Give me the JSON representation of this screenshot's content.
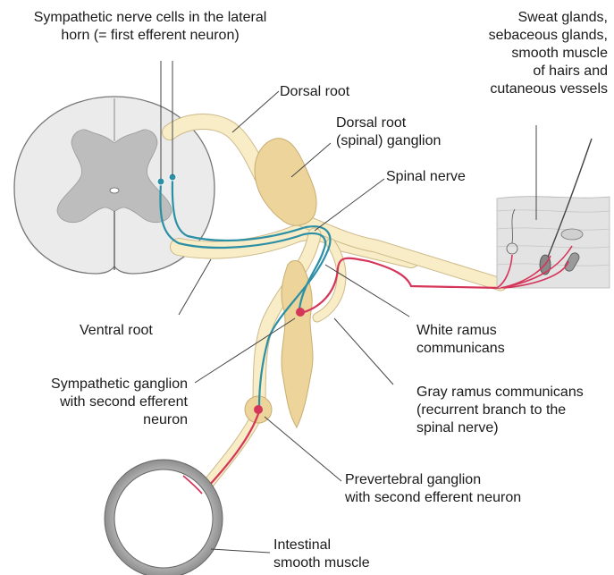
{
  "labels": {
    "sympathetic_cells": "Sympathetic nerve cells in the lateral\nhorn (= first efferent neuron)",
    "dorsal_root": "Dorsal root",
    "dorsal_root_ganglion": "Dorsal root\n(spinal) ganglion",
    "spinal_nerve": "Spinal nerve",
    "sweat_glands": "Sweat glands,\nsebaceous glands,\nsmooth muscle\nof hairs and\ncutaneous vessels",
    "ventral_root": "Ventral root",
    "white_ramus": "White ramus\ncommunicans",
    "sympathetic_ganglion": "Sympathetic ganglion\nwith second efferent\nneuron",
    "gray_ramus": "Gray ramus communicans\n(recurrent branch to the\nspinal nerve)",
    "prevertebral_ganglion": "Prevertebral ganglion\nwith second efferent neuron",
    "intestinal_muscle": "Intestinal\nsmooth muscle"
  },
  "colors": {
    "nerve_fill": "#f8edc6",
    "nerve_stroke": "#cdb98a",
    "ganglion_fill": "#ecd49a",
    "preganglionic_fiber": "#2b8fa5",
    "postganglionic_fiber": "#d6355a",
    "cord_white_matter": "#ebebeb",
    "cord_gray_matter": "#bdbdbd",
    "skin_fill": "#e3e3e3"
  }
}
